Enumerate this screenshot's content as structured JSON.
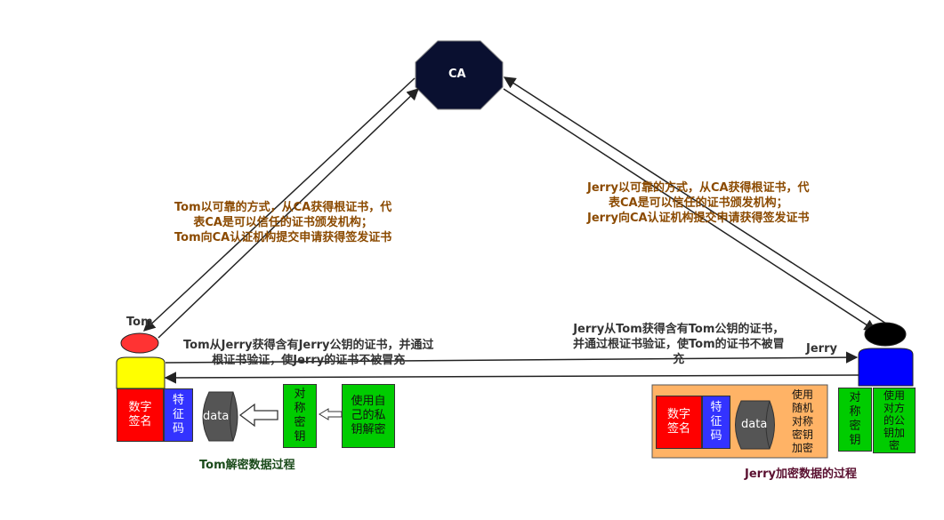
{
  "ca": {
    "label": "CA"
  },
  "tom": {
    "name": "Tom",
    "ca_note": "Tom以可靠的方式，从CA获得根证书，代\n表CA是可以信任的证书颁发机构；\nTom向CA认证机构提交申请获得签发证书",
    "from_jerry_note": "Tom从Jerry获得含有Jerry公钥的证书，并通过\n根证书验证，使Jerry的证书不被冒充",
    "signature": "数字\n签名",
    "feature_code": "特\n征\n码",
    "data": "data",
    "symmetric_key": "对\n称\n密\n钥",
    "private_key_decrypt": "使用自\n己的私\n钥解密",
    "process_label": "Tom解密数据过程"
  },
  "jerry": {
    "name": "Jerry",
    "ca_note": "Jerry以可靠的方式，从CA获得根证书，代\n表CA是可以信任的证书颁发机构；\nJerry向CA认证机构提交申请获得签发证书",
    "from_tom_note": "Jerry从Tom获得含有Tom公钥的证书，\n并通过根证书验证，使Tom的证书不被冒\n充",
    "signature": "数字\n签名",
    "feature_code": "特\n征\n码",
    "data": "data",
    "random_key_encrypt": "使用\n随机\n对称\n密钥\n加密",
    "symmetric_key": "对\n称\n密\n钥",
    "public_key_encrypt": "使用\n对方\n的公\n钥加\n密",
    "process_label": "Jerry加密数据的过程"
  },
  "colors": {
    "ca_fill": "#0a1030",
    "red": "#ff0000",
    "blue": "#3333ff",
    "yellow": "#ffff00",
    "green": "#00cc00",
    "gray": "#555555",
    "orange_panel": "#ffb366",
    "text_orange": "#8B4A00"
  }
}
